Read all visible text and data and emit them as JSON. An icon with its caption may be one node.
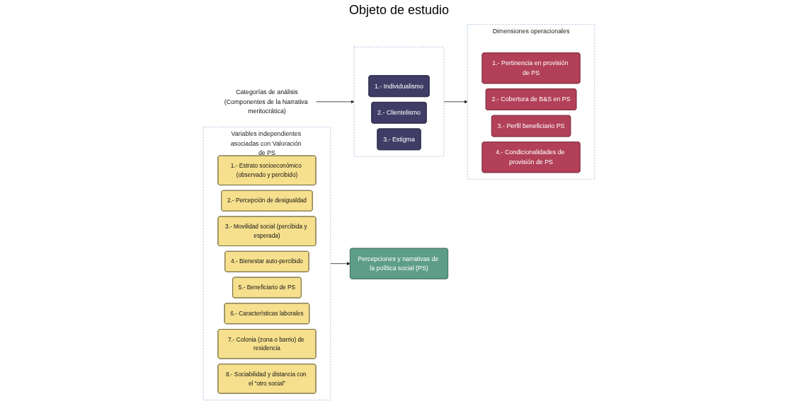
{
  "diagram": {
    "nodes": [
      {
        "text": [
          "Variables independientes asociadas con Valoración de PS"
        ]
      },
      {
        "text": [
          "1.- Estrato socioeconómico (observado y percibido)"
        ],
        "in": 0
      },
      {
        "text": [
          "2.- Percepción de desigualdad"
        ],
        "in": 0
      },
      {
        "text": [
          "3.- Movilidad social (percibida y esperada)"
        ],
        "in": 0
      },
      {
        "text": [
          "4.- Bienestar auto-percibido"
        ],
        "in": 0
      },
      {
        "text": [
          "5.- Beneficiario de PS"
        ],
        "in": 0
      },
      {
        "text": [
          "6.- Características laborales"
        ],
        "in": 0
      },
      {
        "text": [
          "7.- Colonia (zona o barrio) de residencia"
        ],
        "in": 0
      },
      {
        "text": [
          "8.- Sociabilidad y distancia con el “otro social”"
        ],
        "in": 0
      },
      {
        "text": [
          "Percepciones y narrativas de la política social (PS)"
        ]
      },
      {
        "text": [
          "Dimensiones operacionales"
        ]
      },
      {
        "text": [
          "1.- Pertinencia en provisión de PS"
        ],
        "in": 10
      },
      {
        "text": [
          "2.- Cobertura de B&S en PS"
        ],
        "in": 10
      },
      {
        "text": [
          "3.- Perfil beneficiario PS"
        ],
        "in": 10
      },
      {
        "text": [
          "4.- Condicionalidades de provisión de PS"
        ],
        "in": 10
      },
      {
        "text": [
          "Categorías de análisis",
          "(Componentes de la Narrativa meritocrática)"
        ]
      },
      {
        "text": [],
        "shape": "box"
      },
      {
        "text": [
          "1.- Individualismo"
        ],
        "in": 16
      },
      {
        "text": [
          "2.- Clientelismo"
        ],
        "in": 16
      },
      {
        "text": [
          "3.- Estigma"
        ],
        "in": 16
      }
    ],
    "edges": [
      {
        "from": 0,
        "to": 9,
        "arrow": "to"
      },
      {
        "from": 15,
        "to": 16,
        "arrow": "to"
      },
      {
        "from": 16,
        "to": 10,
        "arrow": "to"
      }
    ],
    "labels": [
      "Objeto de estudio"
    ]
  }
}
